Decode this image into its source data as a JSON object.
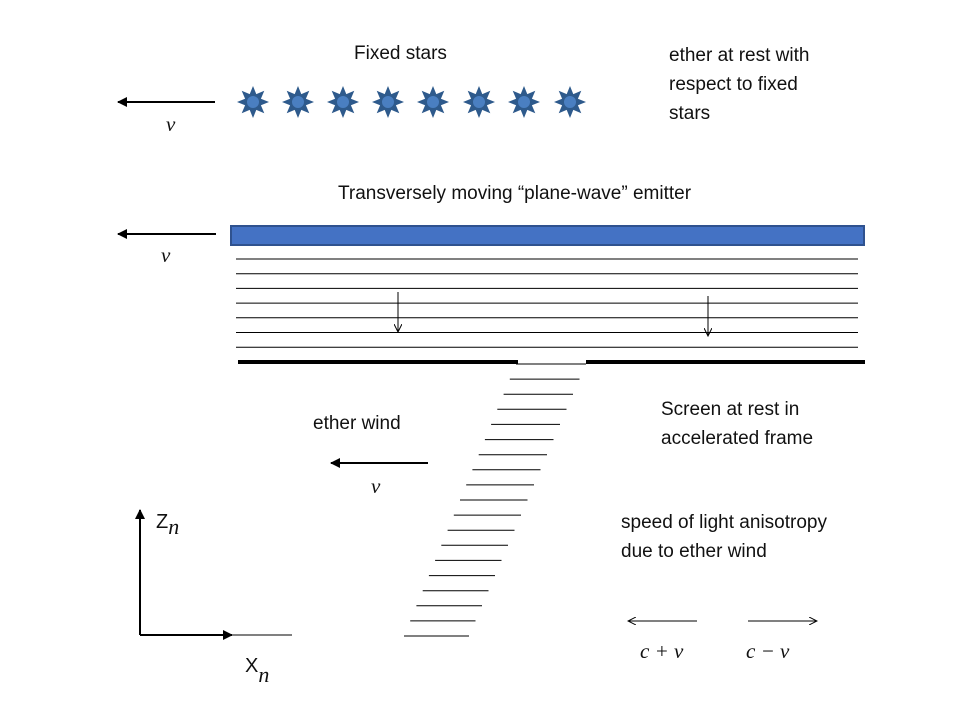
{
  "labels": {
    "fixed_stars": "Fixed stars",
    "ether_rest_line1": "ether at rest with",
    "ether_rest_line2": "respect to fixed",
    "ether_rest_line3": "stars",
    "emitter_title": "Transversely moving “plane-wave” emitter",
    "screen_line1": "Screen  at  rest  in",
    "screen_line2": "accelerated  frame",
    "ether_wind": "ether wind",
    "anisotropy_line1": "speed of light anisotropy",
    "anisotropy_line2": "due to ether wind"
  },
  "math": {
    "v_stars": "v",
    "v_emitter": "v",
    "v_wind": "v",
    "c_plus_v": "c + v",
    "c_minus_v": "c − v"
  },
  "axes": {
    "z_label": "Z",
    "z_sub": "n",
    "x_label": "X",
    "x_sub": "n"
  },
  "colors": {
    "star_fill": "#2e5a8c",
    "star_center": "#4a7fc1",
    "emitter_fill": "#4472c4",
    "emitter_stroke": "#2f528f",
    "line": "#000000"
  }
}
